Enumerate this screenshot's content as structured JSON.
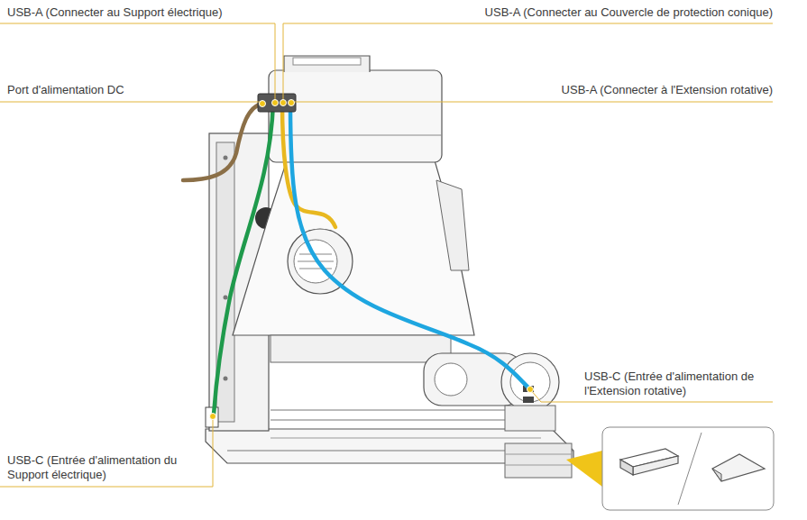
{
  "diagram": {
    "labels": [
      "USB-A (Connecter au Support électrique)",
      "USB-A (Connecter au Couvercle de protection conique)",
      "Port d'alimentation DC",
      "USB-A (Connecter à l'Extension rotative)",
      "USB-C (Entrée d'alimentation de l'Extension rotative)",
      "USB-C (Entrée d'alimentation du Support électrique)"
    ]
  }
}
